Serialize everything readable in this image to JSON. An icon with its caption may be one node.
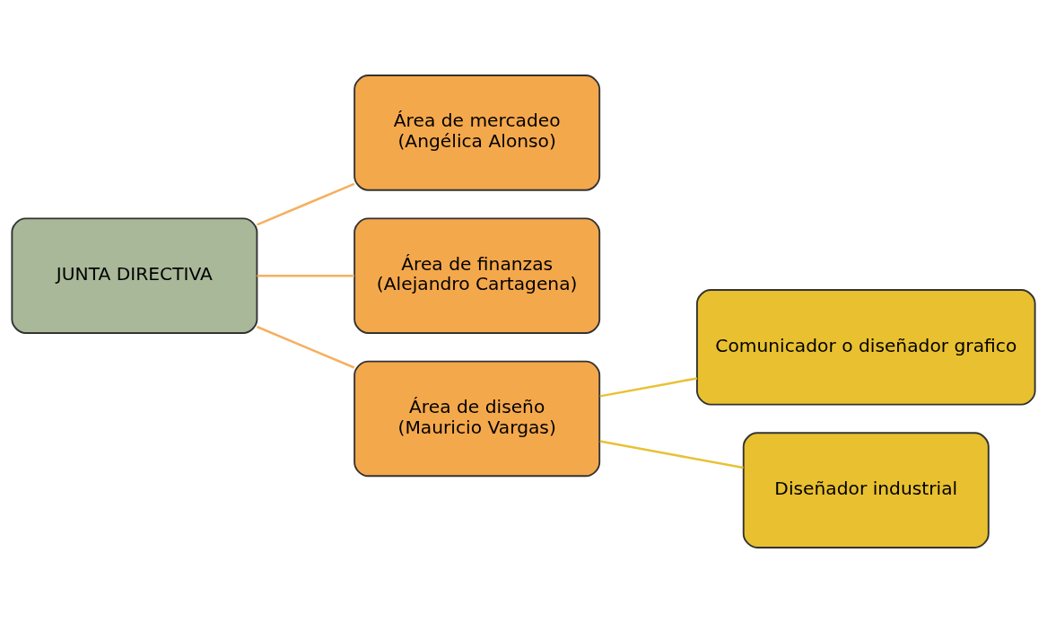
{
  "diagram": {
    "nodes": [
      {
        "text": [
          "JUNTA DIRECTIVA"
        ]
      },
      {
        "text": [
          "Área de mercadeo",
          "(Angélica Alonso)"
        ]
      },
      {
        "text": [
          "Área de finanzas",
          "(Alejandro Cartagena)"
        ]
      },
      {
        "text": [
          "Área de diseño",
          "(Mauricio Vargas)"
        ]
      },
      {
        "text": [
          "Comunicador o diseñador grafico"
        ]
      },
      {
        "text": [
          "Diseñador industrial"
        ]
      }
    ],
    "edges": [
      {
        "from": 0,
        "to": 1,
        "arrow": "none"
      },
      {
        "from": 0,
        "to": 2,
        "arrow": "none"
      },
      {
        "from": 0,
        "to": 3,
        "arrow": "none"
      },
      {
        "from": 3,
        "to": 4,
        "arrow": "none",
        "color": "#e8c236"
      },
      {
        "from": 3,
        "to": 5,
        "arrow": "none",
        "color": "#e8c236"
      }
    ]
  }
}
